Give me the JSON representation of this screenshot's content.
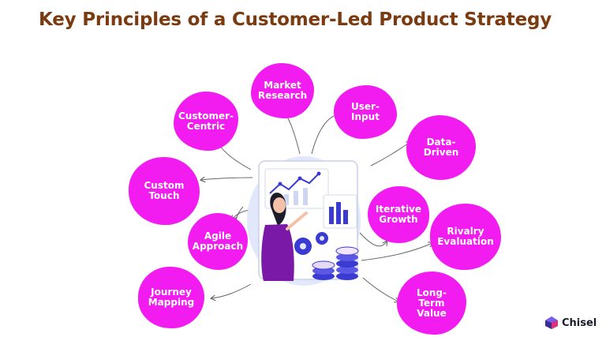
{
  "title": "Key Principles of a Customer-Led Product Strategy",
  "nodes": [
    {
      "id": "market-research",
      "lines": [
        "Market",
        "Research"
      ]
    },
    {
      "id": "user-input",
      "lines": [
        "User-",
        "Input"
      ]
    },
    {
      "id": "customer-centric",
      "lines": [
        "Customer-",
        "Centric"
      ]
    },
    {
      "id": "data-driven",
      "lines": [
        "Data-",
        "Driven"
      ]
    },
    {
      "id": "custom-touch",
      "lines": [
        "Custom",
        "Touch"
      ]
    },
    {
      "id": "iterative-growth",
      "lines": [
        "Iterative",
        "Growth"
      ]
    },
    {
      "id": "rivalry-evaluation",
      "lines": [
        "Rivalry",
        "Evaluation"
      ]
    },
    {
      "id": "agile-approach",
      "lines": [
        "Agile",
        "Approach"
      ]
    },
    {
      "id": "journey-mapping",
      "lines": [
        "Journey",
        "Mapping"
      ]
    },
    {
      "id": "long-term-value",
      "lines": [
        "Long-",
        "Term",
        "Value"
      ]
    }
  ],
  "brand": {
    "name": "Chisel",
    "logo_icon": "chisel-logo-icon"
  },
  "colors": {
    "title": "#7a3b10",
    "node": "#f21cf1",
    "node_text": "#ffffff",
    "accent": "#3b3bd4"
  }
}
